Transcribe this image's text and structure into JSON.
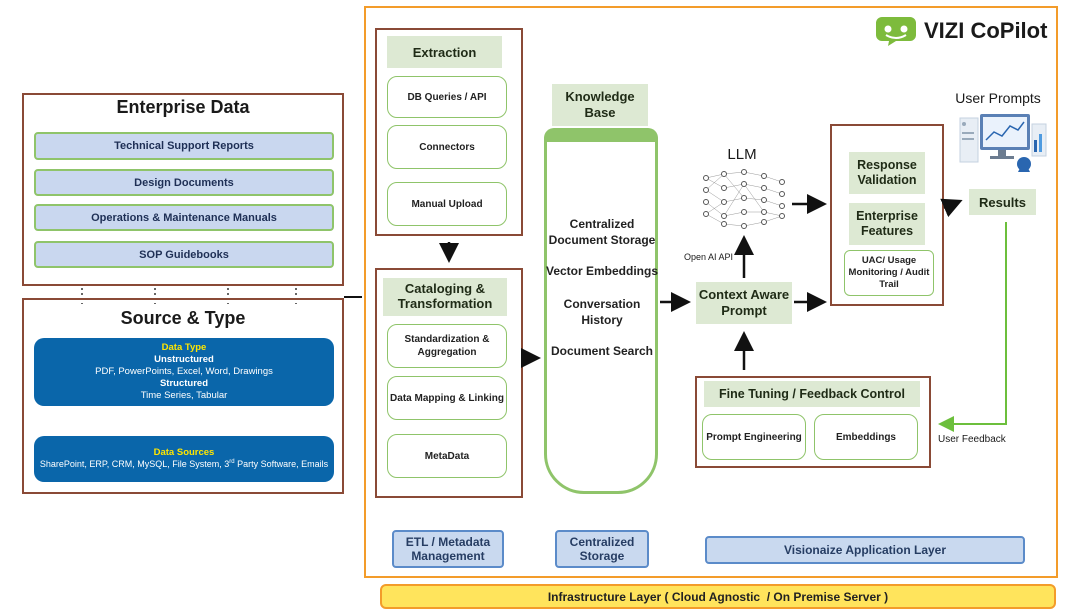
{
  "brand": {
    "name": "VIZI CoPilot"
  },
  "enterprise": {
    "title": "Enterprise Data",
    "items": [
      "Technical Support Reports",
      "Design Documents",
      "Operations & Maintenance Manuals",
      "SOP Guidebooks"
    ]
  },
  "source": {
    "title": "Source & Type",
    "data_type": {
      "heading": "Data Type",
      "l1": "Unstructured",
      "l2": "PDF, PowerPoints, Excel, Word, Drawings",
      "l3": "Structured",
      "l4": "Time Series, Tabular"
    },
    "data_sources": {
      "heading": "Data Sources",
      "line_a": "SharePoint, ERP, CRM, MySQL, File System, 3",
      "sup": "rd",
      "line_b": " Party Software, Emails"
    }
  },
  "extraction": {
    "title": "Extraction",
    "items": [
      "DB Queries / API",
      "Connectors",
      "Manual Upload"
    ]
  },
  "cataloging": {
    "title": "Cataloging & Transformation",
    "items": [
      "Standardization & Aggregation",
      "Data Mapping & Linking",
      "MetaData"
    ]
  },
  "knowledge_base": {
    "title": "Knowledge Base",
    "items": [
      "Centralized Document Storage",
      "Vector Embeddings",
      "Conversation History",
      "Document Search"
    ]
  },
  "llm": {
    "label": "LLM",
    "api_label": "Open AI API"
  },
  "context": {
    "label": "Context Aware Prompt"
  },
  "response": {
    "validation": "Response Validation",
    "enterprise": "Enterprise Features",
    "uac": "UAC/ Usage Monitoring / Audit Trail"
  },
  "user_prompts": {
    "label": "User Prompts"
  },
  "results": {
    "label": "Results"
  },
  "fine_tuning": {
    "title": "Fine Tuning / Feedback Control",
    "items": [
      "Prompt Engineering",
      "Embeddings"
    ]
  },
  "user_feedback": {
    "label": "User Feedback"
  },
  "layers": {
    "etl": "ETL / Metadata Management",
    "storage": "Centralized Storage",
    "app": "Visionaize Application Layer",
    "infra": "Infrastructure Layer ( Cloud Agnostic  / On Premise Server )"
  },
  "colors": {
    "orange": "#f39c2a",
    "brown": "#8a4a36",
    "green": "#8fc46a",
    "blue": "#0a66aa",
    "yellow": "#ffe45c"
  }
}
